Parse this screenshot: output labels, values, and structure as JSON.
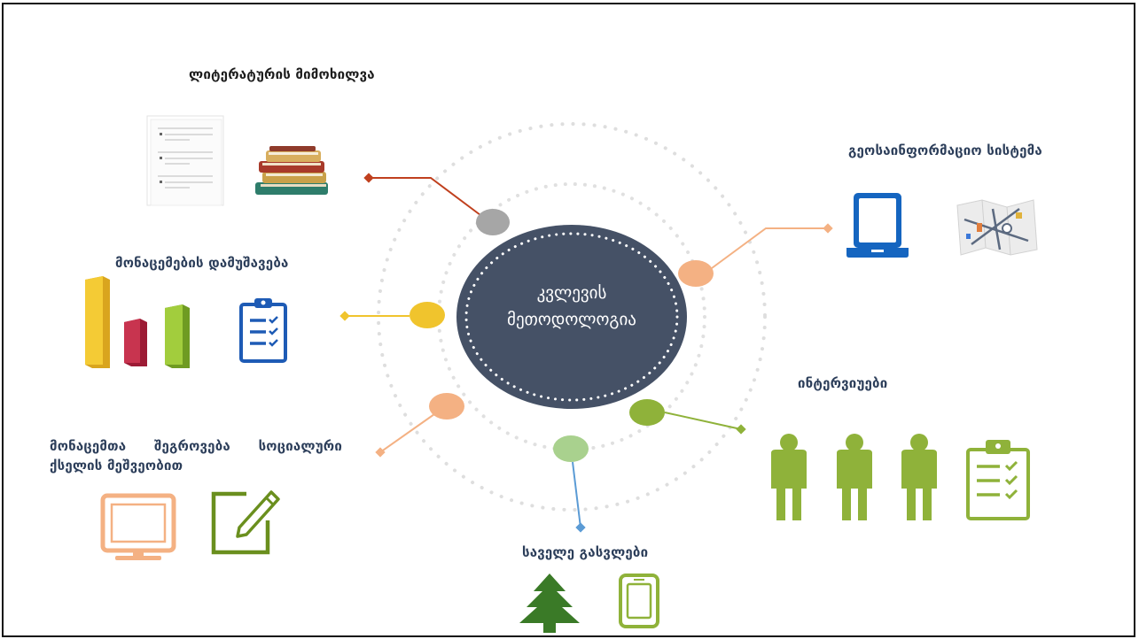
{
  "center": {
    "line1": "კვლევის",
    "line2": "მეთოდოლოგია"
  },
  "branches": {
    "literature": "ლიტერატურის მიმოხილვა",
    "gis": "გეოსაინფორმაციო სისტემა",
    "processing": "მონაცემების დამუშავება",
    "interviews": "ინტერვიუები",
    "collection": "მონაცემთა შეგროვება სოციალური ქსელის მეშვეობით",
    "field": "საველე გასვლები"
  },
  "colors": {
    "center": "#455166",
    "literature": "#c0401e",
    "literature_dot": "#a6a6a6",
    "gis": "#f4b183",
    "processing": "#f0c42d",
    "interviews": "#8fb23a",
    "collection": "#f4b183",
    "field": "#5b9bd5",
    "field_dot": "#a9d18e"
  },
  "icons": {
    "literature": [
      "document-icon",
      "books-icon"
    ],
    "gis": [
      "laptop-icon",
      "map-icon"
    ],
    "processing": [
      "bar-chart-icon",
      "checklist-icon"
    ],
    "interviews": [
      "person-icon",
      "person-icon",
      "person-icon",
      "checklist-icon"
    ],
    "collection": [
      "monitor-icon",
      "pen-square-icon"
    ],
    "field": [
      "tree-icon",
      "phone-icon"
    ]
  }
}
